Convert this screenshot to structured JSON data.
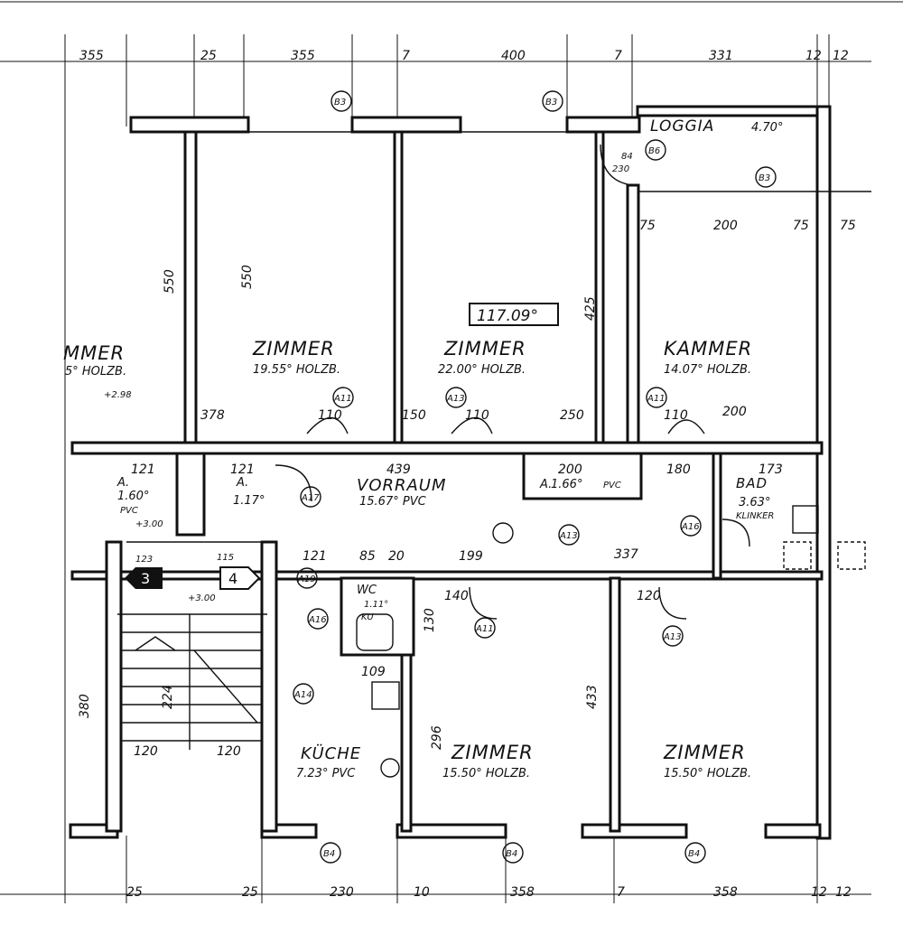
{
  "rooms": [
    {
      "id": "zimmer-left-partial",
      "name": "MMER",
      "area": "5° HOLZB."
    },
    {
      "id": "zimmer-1",
      "name": "ZIMMER",
      "area": "19.55° HOLZB."
    },
    {
      "id": "zimmer-2",
      "name": "ZIMMER",
      "area": "22.00° HOLZB."
    },
    {
      "id": "kammer",
      "name": "KAMMER",
      "area": "14.07° HOLZB."
    },
    {
      "id": "loggia",
      "name": "LOGGIA",
      "area": "4.70°"
    },
    {
      "id": "vorraum",
      "name": "VORRAUM",
      "area": "15.67° PVC"
    },
    {
      "id": "abstell-1",
      "name": "A.",
      "area": "1.60°"
    },
    {
      "id": "abstell-2",
      "name": "A.",
      "area": "1.17°"
    },
    {
      "id": "abstell-3",
      "name": "A.",
      "area": "1.66°"
    },
    {
      "id": "bad",
      "name": "BAD",
      "area": "3.63°"
    },
    {
      "id": "wc",
      "name": "WC",
      "area": "1.11°"
    },
    {
      "id": "kueche",
      "name": "KÜCHE",
      "area": "7.23° PVC"
    },
    {
      "id": "zimmer-3",
      "name": "ZIMMER",
      "area": "15.50° HOLZB."
    },
    {
      "id": "zimmer-4",
      "name": "ZIMMER",
      "area": "15.50° HOLZB."
    }
  ],
  "labels": {
    "total_area": "117.09°",
    "pvc_a1": "PVC",
    "pvc_a3": "PVC",
    "bad_floor": "KLINKER",
    "wc_sub": "KU",
    "stair_3": "3",
    "stair_4": "4",
    "level_1": "+2.98",
    "level_2": "+3.00",
    "level_3": "+3.00"
  },
  "dimensions": {
    "top": [
      "355",
      "25",
      "355",
      "7",
      "400",
      "7",
      "331",
      "12",
      "12"
    ],
    "bottom": [
      "25",
      "25",
      "230",
      "10",
      "358",
      "7",
      "358",
      "12",
      "12"
    ],
    "vertical": [
      "550",
      "550",
      "425",
      "433",
      "296",
      "130",
      "380",
      "224"
    ],
    "misc": [
      "378",
      "110",
      "150",
      "110",
      "250",
      "110",
      "200",
      "75",
      "200",
      "75",
      "75",
      "230",
      "84",
      "439",
      "121",
      "121",
      "200",
      "180",
      "173",
      "85",
      "20",
      "199",
      "337",
      "140",
      "120",
      "121",
      "109",
      "123",
      "115",
      "120",
      "120"
    ]
  },
  "tags": [
    "B3",
    "B3",
    "B3",
    "B6",
    "B4",
    "B4",
    "B4",
    "A11",
    "A13",
    "A11",
    "A17",
    "A13",
    "A19",
    "A16",
    "A14",
    "A11",
    "A13",
    "A16"
  ]
}
